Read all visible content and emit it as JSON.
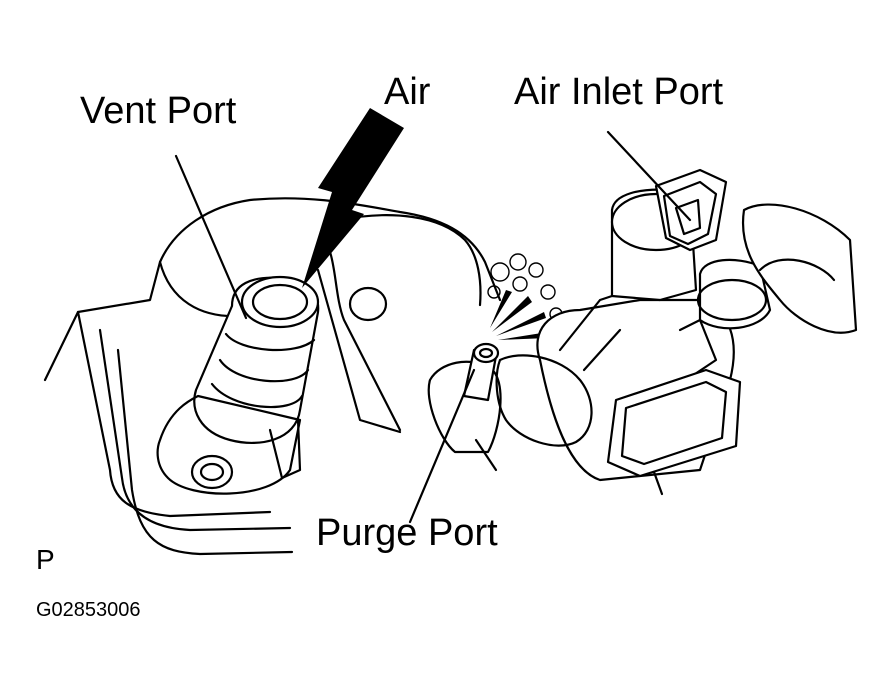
{
  "labels": {
    "vent_port": "Vent Port",
    "air": "Air",
    "air_inlet_port": "Air Inlet Port",
    "purge_port": "Purge Port",
    "view_marker": "P",
    "figure_code": "G02853006"
  }
}
